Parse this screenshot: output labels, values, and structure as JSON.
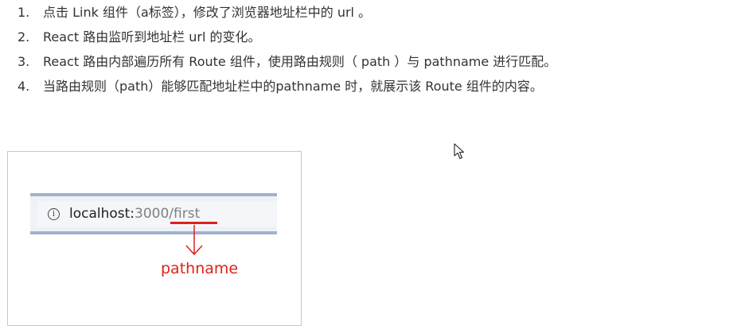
{
  "list": [
    {
      "num": "1.",
      "text": "点击 Link 组件（a标签），修改了浏览器地址栏中的 url 。"
    },
    {
      "num": "2.",
      "text": "React 路由监听到地址栏 url 的变化。"
    },
    {
      "num": "3.",
      "text": "React 路由内部遍历所有 Route 组件，使用路由规则（ path ）与 pathname 进行匹配。"
    },
    {
      "num": "4.",
      "text": "当路由规则（path）能够匹配地址栏中的pathname 时，就展示该 Route 组件的内容。"
    }
  ],
  "figure": {
    "info_icon_glyph": "i",
    "url_host": "localhost:",
    "url_rest": "3000/first",
    "annotation": "pathname",
    "accent_color": "#e0201a"
  },
  "icons": {
    "info": "info-icon",
    "arrow": "arrow-down-icon",
    "cursor": "mouse-cursor-icon"
  }
}
